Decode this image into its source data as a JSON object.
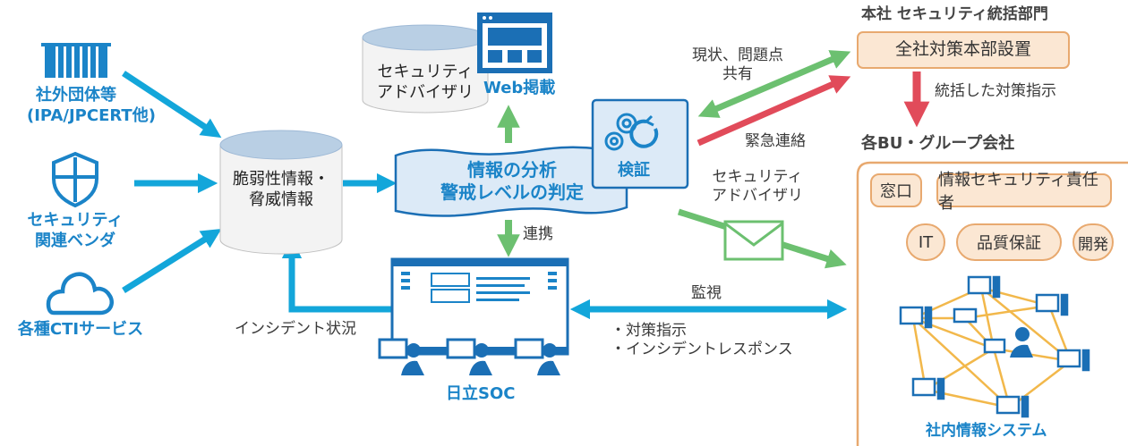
{
  "sources": {
    "org": {
      "label1": "社外団体等",
      "label2": "(IPA/JPCERT他)",
      "icon": "building-icon"
    },
    "vendor": {
      "label1": "セキュリティ",
      "label2": "関連ベンダ",
      "icon": "shield-icon"
    },
    "cti": {
      "label": "各種CTIサービス",
      "icon": "cloud-icon"
    }
  },
  "vuln_db": {
    "line1": "脆弱性情報・",
    "line2": "脅威情報"
  },
  "advisory_db": {
    "line1": "セキュリティ",
    "line2": "アドバイザリ"
  },
  "web": {
    "label": "Web掲載",
    "icon": "web-browser-icon"
  },
  "analysis": {
    "line1": "情報の分析",
    "line2": "警戒レベルの判定"
  },
  "verify": {
    "label": "検証",
    "icon": "gears-icon"
  },
  "soc": {
    "label": "日立SOC",
    "link_label": "連携",
    "incident_label": "インシデント状況"
  },
  "flows": {
    "status_share1": "現状、問題点",
    "status_share2": "共有",
    "emergency": "緊急連絡",
    "advisory1": "セキュリティ",
    "advisory2": "アドバイザリ",
    "monitor": "監視",
    "measures1": "・対策指示",
    "measures2": "・インシデントレスポンス",
    "consolidated": "統括した対策指示"
  },
  "hq": {
    "title": "本社 セキュリティ統括部門",
    "box": "全社対策本部設置"
  },
  "bu": {
    "title": "各BU・グループ会社",
    "window": "窓口",
    "manager": "情報セキュリティ責任者",
    "it": "IT",
    "qa": "品質保証",
    "dev": "開発",
    "system": "社内情報システム"
  },
  "colors": {
    "blue": "#1b84c8",
    "cyan": "#13a6da",
    "green": "#6cc070",
    "red": "#e14b5a",
    "orange": "#e8a96f",
    "network": "#f2b84b"
  }
}
